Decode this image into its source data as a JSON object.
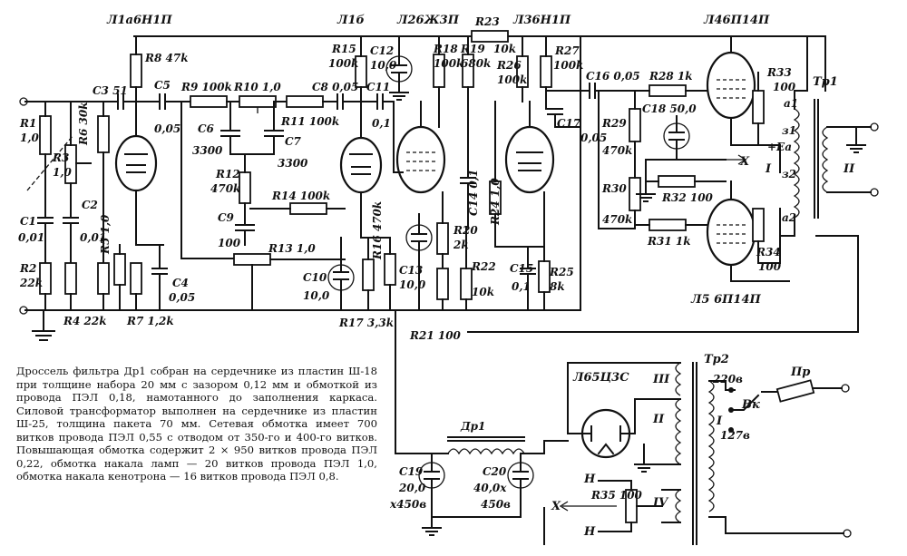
{
  "tubes": {
    "l1a": "Л1а6Н1П",
    "l1b": "Л1б",
    "l2": "Л26Ж3П",
    "l3": "Л36Н1П",
    "l4": "Л46П14П",
    "l5": "Л5 6П14П",
    "l6": "Л65Ц3С"
  },
  "components": {
    "r1": "R1",
    "r1v": "1,0",
    "r2": "R2",
    "r2v": "22k",
    "r3": "R3",
    "r3v": "1,0",
    "r4": "R4 22k",
    "r5": "R5 1,0",
    "r6": "R6 30k",
    "r7": "R7 1,2k",
    "r8": "R8 47k",
    "r9": "R9 100k",
    "r10": "R10 1,0",
    "r11": "R11 100k",
    "r12": "R12",
    "r12v": "470k",
    "r13": "R13 1,0",
    "r14": "R14 100k",
    "r15": "R15",
    "r15v": "100k",
    "r16": "R16 470k",
    "r17": "R17 3,3k",
    "r18": "R18",
    "r18v": "100k",
    "r19": "R19",
    "r19v": "680k",
    "r20": "R20",
    "r20v": "2k",
    "r21": "R21 100",
    "r22": "R22",
    "r22v": "10k",
    "r23": "R23",
    "r23v": "10k",
    "r24": "R24 1,0",
    "r25": "R25",
    "r25v": "8k",
    "r26": "R26",
    "r26v": "100k",
    "r27": "R27",
    "r27v": "100k",
    "r28": "R28 1k",
    "r29": "R29",
    "r29v": "470k",
    "r30": "R30",
    "r30v": "470k",
    "r31": "R31 1k",
    "r32": "R32 100",
    "r33": "R33",
    "r33v": "100",
    "r34": "R34",
    "r34v": "100",
    "r35": "R35 100",
    "c1": "C1",
    "c1v": "0,01",
    "c2": "C2",
    "c2v": "0,01",
    "c3": "C3 51",
    "c4": "C4",
    "c4v": "0,05",
    "c5": "C5",
    "c5v": "0,05",
    "c6": "C6",
    "c6v": "3300",
    "c7": "C7",
    "c7v": "3300",
    "c8": "C8 0,05",
    "c9": "C9",
    "c9v": "100",
    "c10": "C10",
    "c10v": "10,0",
    "c11": "C11",
    "c11v": "0,1",
    "c12": "C12",
    "c12v": "10,0",
    "c13": "C13",
    "c13v": "10,0",
    "c14": "C14 0,1",
    "c15": "C15",
    "c15v": "0,1",
    "c16": "C16 0,05",
    "c17": "C17",
    "c17v": "0,05",
    "c18": "C18 50,0",
    "c19": "C19",
    "c19v": "20,0",
    "c19u": "x450в",
    "c20": "C20",
    "c20v": "40,0x",
    "c20u": "450в",
    "dr1": "Др1",
    "tr1": "Тр1",
    "tr2": "Тр2",
    "pr": "Пр",
    "vk": "Вк",
    "v220": "220в",
    "v127": "127в",
    "ea": "+Еа",
    "x_out": "X",
    "x_heater": "X",
    "i_label": "I",
    "ii_label": "II",
    "iii_label": "III",
    "iv_label": "IV",
    "n_top": "Н",
    "n_bottom": "Н",
    "a1": "а1",
    "a2": "а2",
    "z1": "з1",
    "z2": "з2"
  },
  "note": "Дроссель фильтра Др1 собран на сердечнике из пластин Ш-18 при толщине набора 20 мм с зазором 0,12 мм и обмоткой из провода ПЭЛ 0,18, намотанного до заполнения каркаса. Силовой трансформатор выполнен на сердечнике из пластин Ш-25, толщина пакета 70 мм. Сетевая обмотка имеет 700 витков провода ПЭЛ 0,55 с отводом от 350-го и 400-го витков. Повышающая обмотка содержит 2 × 950 витков провода ПЭЛ 0,22, обмотка накала ламп — 20 витков провода ПЭЛ 1,0, обмотка накала кенотрона — 16 витков провода ПЭЛ 0,8."
}
